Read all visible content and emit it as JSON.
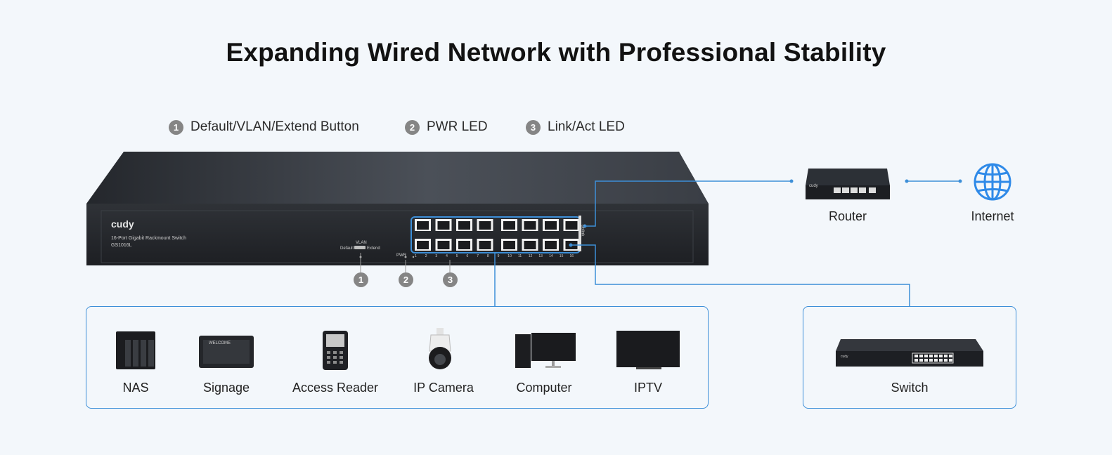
{
  "title": "Expanding Wired Network with Professional Stability",
  "legend": [
    {
      "num": "1",
      "label": "Default/VLAN/Extend Button"
    },
    {
      "num": "2",
      "label": "PWR LED"
    },
    {
      "num": "3",
      "label": "Link/Act LED"
    }
  ],
  "switch_panel": {
    "brand": "cudy",
    "model_desc": "16-Port Gigabit Rackmount Switch",
    "model": "GS1016L",
    "button_top": "VLAN",
    "button_left": "Default",
    "button_right": "Extend",
    "pwr": "PWR",
    "uplink": "Uplink",
    "port_labels": [
      "1",
      "2",
      "3",
      "4",
      "5",
      "6",
      "7",
      "8",
      "9",
      "10",
      "11",
      "12",
      "13",
      "14",
      "15",
      "16"
    ]
  },
  "upstream": {
    "router": "Router",
    "internet": "Internet",
    "router_brand": "cudy"
  },
  "devices": [
    {
      "name": "NAS",
      "icon": "nas-icon"
    },
    {
      "name": "Signage",
      "icon": "signage-icon"
    },
    {
      "name": "Access Reader",
      "icon": "access-reader-icon"
    },
    {
      "name": "IP Camera",
      "icon": "ip-camera-icon"
    },
    {
      "name": "Computer",
      "icon": "computer-icon"
    },
    {
      "name": "IPTV",
      "icon": "tv-icon"
    }
  ],
  "signage_text": "WELCOME",
  "downstream_switch": {
    "label": "Switch",
    "brand": "cudy"
  },
  "colors": {
    "accent": "#3d8fd8",
    "badge": "#858585",
    "chassis": "#2b2e33"
  }
}
